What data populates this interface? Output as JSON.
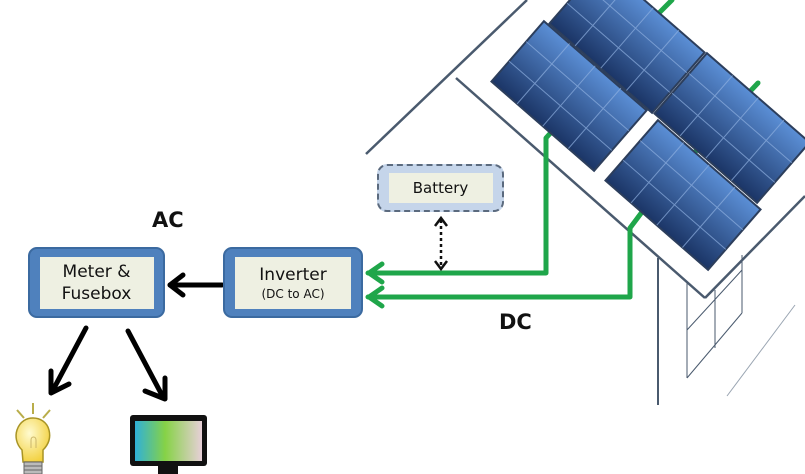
{
  "diagram": {
    "title": "Solar PV system overview",
    "labels": {
      "ac": "AC",
      "dc": "DC"
    },
    "nodes": {
      "meter": {
        "line1": "Meter &",
        "line2": "Fusebox"
      },
      "inverter": {
        "title": "Inverter",
        "subtitle": "(DC to AC)"
      },
      "battery": {
        "label": "Battery"
      }
    },
    "loads": [
      "light-bulb",
      "television"
    ],
    "solar_panels": 4,
    "colors": {
      "node_border": "#4f81bd",
      "node_fill": "#eef0e2",
      "dc_wire": "#1fa64a",
      "ac_arrow": "#000000",
      "panel_light": "#5b8fd6",
      "panel_dark": "#1b3566",
      "house_outline": "#4a5a6e"
    }
  }
}
